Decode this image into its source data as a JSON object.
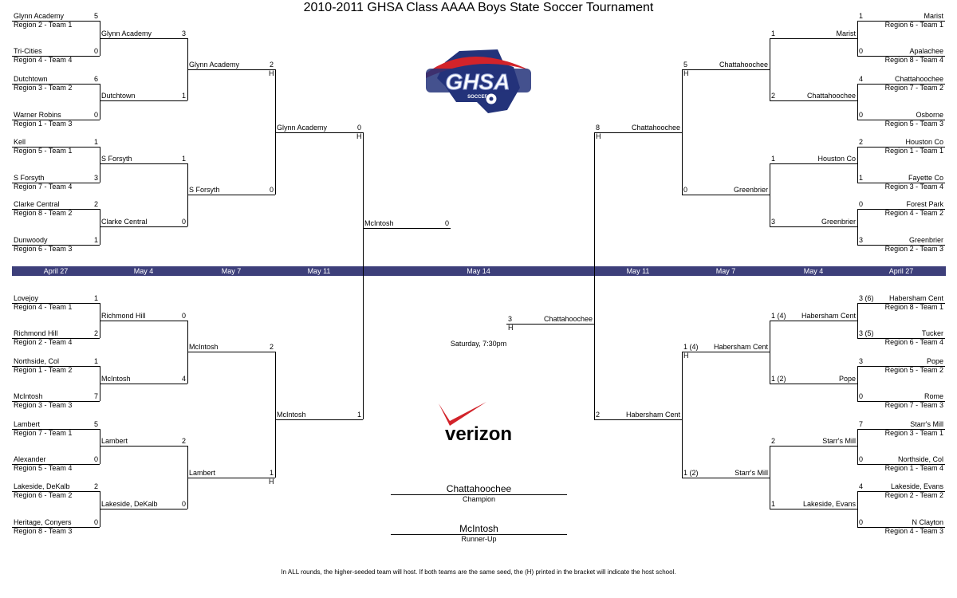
{
  "title": "2010-2011 GHSA Class AAAA Boys State Soccer Tournament",
  "footnote": "In ALL rounds, the higher-seeded team will host.  If both teams are the same seed, the (H) printed in the bracket will indicate the host school.",
  "final_time": "Saturday, 7:30pm",
  "champion": {
    "name": "Chattahoochee",
    "label": "Champion"
  },
  "runner_up": {
    "name": "McIntosh",
    "label": "Runner-Up"
  },
  "dates": [
    "April 27",
    "May 4",
    "May 7",
    "May 11",
    "May 14",
    "May 11",
    "May 7",
    "May 4",
    "April 27"
  ],
  "logos": {
    "ghsa": "GHSA",
    "ghsa_sub": "SOCCER",
    "sponsor": "verizon"
  },
  "left_top": {
    "r1": [
      {
        "name": "Glynn Academy",
        "region": "Region 2 - Team 1",
        "score": "5"
      },
      {
        "name": "Tri-Cities",
        "region": "Region 4 - Team 4",
        "score": "0"
      },
      {
        "name": "Dutchtown",
        "region": "Region 3 - Team 2",
        "score": "6"
      },
      {
        "name": "Warner Robins",
        "region": "Region 1 - Team 3",
        "score": "0"
      },
      {
        "name": "Kell",
        "region": "Region 5 - Team 1",
        "score": "1"
      },
      {
        "name": "S Forsyth",
        "region": "Region 7 - Team 4",
        "score": "3"
      },
      {
        "name": "Clarke Central",
        "region": "Region 8 - Team 2",
        "score": "2"
      },
      {
        "name": "Dunwoody",
        "region": "Region 6 - Team 3",
        "score": "1"
      }
    ],
    "r2": [
      {
        "name": "Glynn Academy",
        "score": "3"
      },
      {
        "name": "Dutchtown",
        "score": "1"
      },
      {
        "name": "S Forsyth",
        "score": "1"
      },
      {
        "name": "Clarke Central",
        "score": "0"
      }
    ],
    "qf": [
      {
        "name": "Glynn Academy",
        "score": "2",
        "host": "H"
      },
      {
        "name": "S Forsyth",
        "score": "0"
      }
    ],
    "sf": {
      "name": "Glynn Academy",
      "score": "0",
      "host": "H"
    }
  },
  "left_bottom": {
    "r1": [
      {
        "name": "Lovejoy",
        "region": "Region 4 - Team 1",
        "score": "1"
      },
      {
        "name": "Richmond Hill",
        "region": "Region 2 - Team 4",
        "score": "2"
      },
      {
        "name": "Northside, Col",
        "region": "Region 1 - Team 2",
        "score": "1"
      },
      {
        "name": "McIntosh",
        "region": "Region 3 - Team 3",
        "score": "7"
      },
      {
        "name": "Lambert",
        "region": "Region 7 - Team 1",
        "score": "5"
      },
      {
        "name": "Alexander",
        "region": "Region 5 - Team 4",
        "score": "0"
      },
      {
        "name": "Lakeside, DeKalb",
        "region": "Region 6 - Team 2",
        "score": "2"
      },
      {
        "name": "Heritage, Conyers",
        "region": "Region 8 - Team 3",
        "score": "0"
      }
    ],
    "r2": [
      {
        "name": "Richmond Hill",
        "score": "0"
      },
      {
        "name": "McIntosh",
        "score": "4"
      },
      {
        "name": "Lambert",
        "score": "2"
      },
      {
        "name": "Lakeside, DeKalb",
        "score": "0"
      }
    ],
    "qf": [
      {
        "name": "McIntosh",
        "score": "2"
      },
      {
        "name": "Lambert",
        "score": "1",
        "host": "H"
      }
    ],
    "sf": {
      "name": "McIntosh",
      "score": "1"
    }
  },
  "left_final": {
    "name": "McIntosh",
    "score": "0"
  },
  "right_top": {
    "r1": [
      {
        "name": "Marist",
        "region": "Region 6 - Team 1",
        "score": "1"
      },
      {
        "name": "Apalachee",
        "region": "Region 8 - Team 4",
        "score": "0"
      },
      {
        "name": "Chattahoochee",
        "region": "Region 7 - Team 2",
        "score": "4"
      },
      {
        "name": "Osborne",
        "region": "Region 5 - Team 3",
        "score": "0"
      },
      {
        "name": "Houston Co",
        "region": "Region 1 - Team 1",
        "score": "2"
      },
      {
        "name": "Fayette Co",
        "region": "Region 3 - Team 4",
        "score": "1"
      },
      {
        "name": "Forest Park",
        "region": "Region 4 - Team 2",
        "score": "0"
      },
      {
        "name": "Greenbrier",
        "region": "Region 2 - Team 3",
        "score": "3"
      }
    ],
    "r2": [
      {
        "name": "Marist",
        "score": "1"
      },
      {
        "name": "Chattahoochee",
        "score": "2"
      },
      {
        "name": "Houston Co",
        "score": "1"
      },
      {
        "name": "Greenbrier",
        "score": "3"
      }
    ],
    "qf": [
      {
        "name": "Chattahoochee",
        "score": "5",
        "host": "H"
      },
      {
        "name": "Greenbrier",
        "score": "0"
      }
    ],
    "sf": {
      "name": "Chattahoochee",
      "score": "8",
      "host": "H"
    }
  },
  "right_bottom": {
    "r1": [
      {
        "name": "Habersham Cent",
        "region": "Region 8 - Team 1",
        "score": "3 (6)"
      },
      {
        "name": "Tucker",
        "region": "Region 6 - Team 4",
        "score": "3 (5)"
      },
      {
        "name": "Pope",
        "region": "Region 5 - Team 2",
        "score": "3"
      },
      {
        "name": "Rome",
        "region": "Region 7 - Team 3",
        "score": "0"
      },
      {
        "name": "Starr's Mill",
        "region": "Region 3 - Team 1",
        "score": "7"
      },
      {
        "name": "Northside, Col",
        "region": "Region 1 - Team 4",
        "score": "0"
      },
      {
        "name": "Lakeside, Evans",
        "region": "Region 2 - Team 2",
        "score": "4"
      },
      {
        "name": "N Clayton",
        "region": "Region 4 - Team 3",
        "score": "0"
      }
    ],
    "r2": [
      {
        "name": "Habersham Cent",
        "score": "1 (4)"
      },
      {
        "name": "Pope",
        "score": "1 (2)"
      },
      {
        "name": "Starr's Mill",
        "score": "2"
      },
      {
        "name": "Lakeside, Evans",
        "score": "1"
      }
    ],
    "qf": [
      {
        "name": "Habersham Cent",
        "score": "1 (4)",
        "host": "H"
      },
      {
        "name": "Starr's Mill",
        "score": "1 (2)"
      }
    ],
    "sf": {
      "name": "Habersham Cent",
      "score": "2"
    }
  },
  "right_final": {
    "name": "Chattahoochee",
    "score": "3",
    "host": "H"
  }
}
